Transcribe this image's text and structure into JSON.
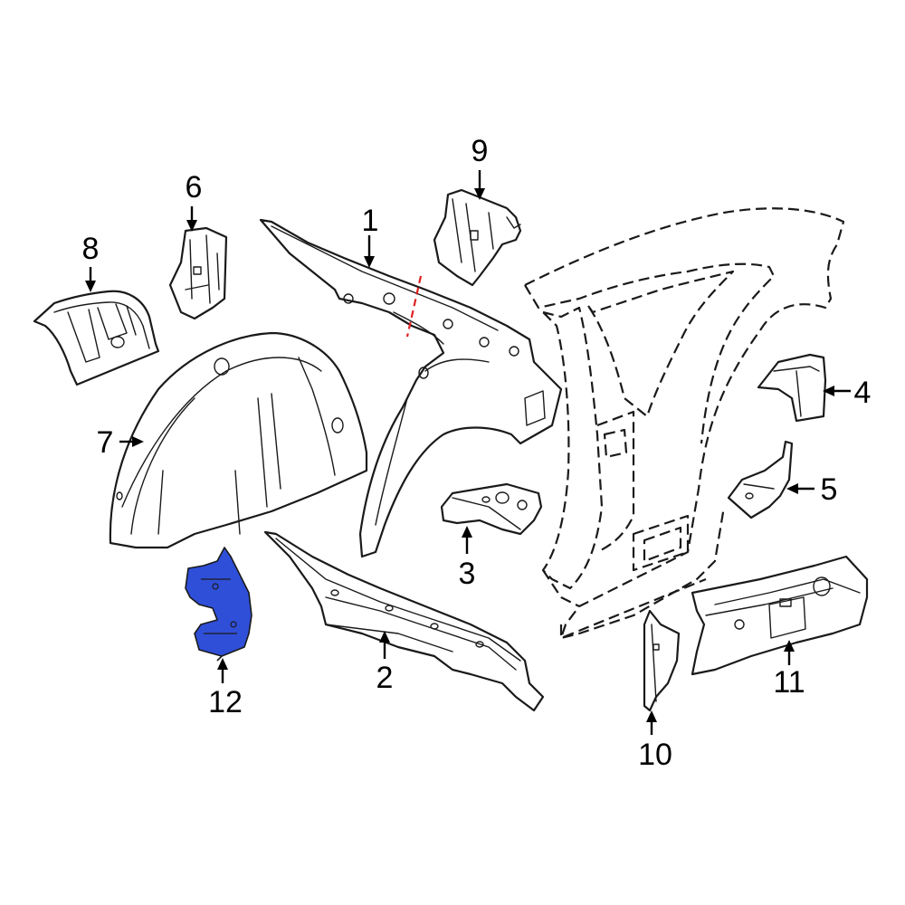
{
  "colors": {
    "line": "#1a1a1a",
    "highlight_part": "#2f4fd8",
    "cut_line": "#e02020",
    "background": "#ffffff"
  },
  "callouts": [
    "1",
    "2",
    "3",
    "4",
    "5",
    "6",
    "7",
    "8",
    "9",
    "10",
    "11",
    "12"
  ],
  "highlighted_part": "12"
}
